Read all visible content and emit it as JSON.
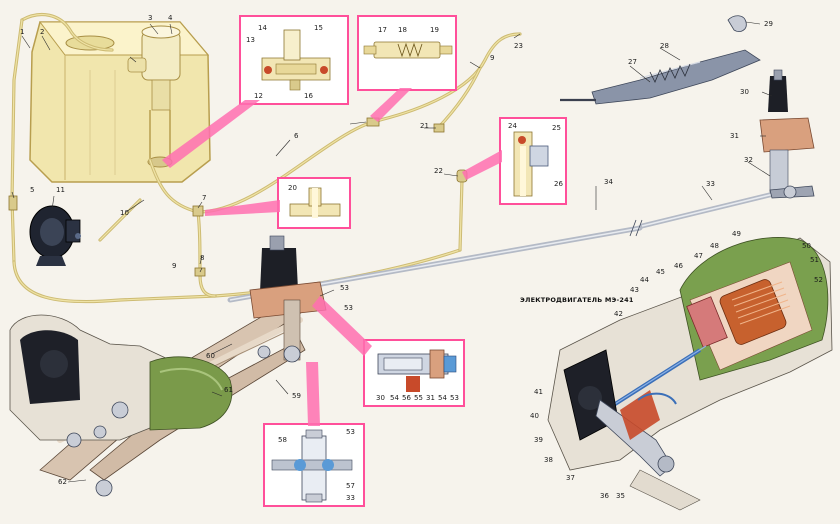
{
  "title": "ЭЛЕКТРОДВИГАТЕЛЬ МЭ-241",
  "labels": {
    "n1": "1",
    "n2": "2",
    "n3": "3",
    "n4": "4",
    "n5": "5",
    "n6": "6",
    "n7": "7",
    "n8": "8",
    "n9a": "9",
    "n9b": "9",
    "n10": "10",
    "n11": "11",
    "n12": "12",
    "n13": "13",
    "n14": "14",
    "n15": "15",
    "n16": "16",
    "n17": "17",
    "n18": "18",
    "n19": "19",
    "n20": "20",
    "n21": "21",
    "n22": "22",
    "n23": "23",
    "n24": "24",
    "n25": "25",
    "n26": "26",
    "n27": "27",
    "n28": "28",
    "n29": "29",
    "n30a": "30",
    "n31a": "31",
    "n32": "32",
    "n33a": "33",
    "n34a": "34",
    "n35": "35",
    "n36": "36",
    "n37": "37",
    "n38": "38",
    "n39": "39",
    "n40": "40",
    "n41": "41",
    "n42": "42",
    "n43": "43",
    "n44": "44",
    "n45": "45",
    "n46": "46",
    "n47": "47",
    "n48": "48",
    "n49": "49",
    "n50": "50",
    "n51": "51",
    "n52": "52",
    "n53a": "53",
    "n53b": "53",
    "n59": "59",
    "n60": "60",
    "n61": "61",
    "n62": "62",
    "d_30": "30",
    "d_54a": "54",
    "d_56": "56",
    "d_55": "55",
    "d_31": "31",
    "d_54b": "54",
    "d_53": "53",
    "e_58": "58",
    "e_53": "53",
    "e_57": "57",
    "e_33": "33"
  }
}
